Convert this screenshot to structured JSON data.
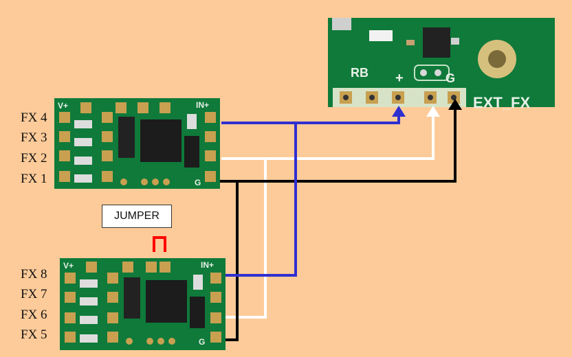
{
  "boards": {
    "top_labels": [
      "FX 4",
      "FX 3",
      "FX 2",
      "FX 1"
    ],
    "bottom_labels": [
      "FX 8",
      "FX 7",
      "FX 6",
      "FX 5"
    ],
    "silk_v": "V+",
    "silk_in": "IN+",
    "silk_g": "G"
  },
  "jumper": {
    "label": "JUMPER"
  },
  "main_board": {
    "rb_label": "RB",
    "plus_label": "+",
    "g_label": "G",
    "ext_label": "EXT_FX"
  },
  "colors": {
    "background": "#fdcb99",
    "pcb_green": "#0f7a3a",
    "wire_blue": "#2f2fd0",
    "wire_white": "#ffffff",
    "wire_black": "#000000",
    "jumper_red": "#ff0000"
  }
}
